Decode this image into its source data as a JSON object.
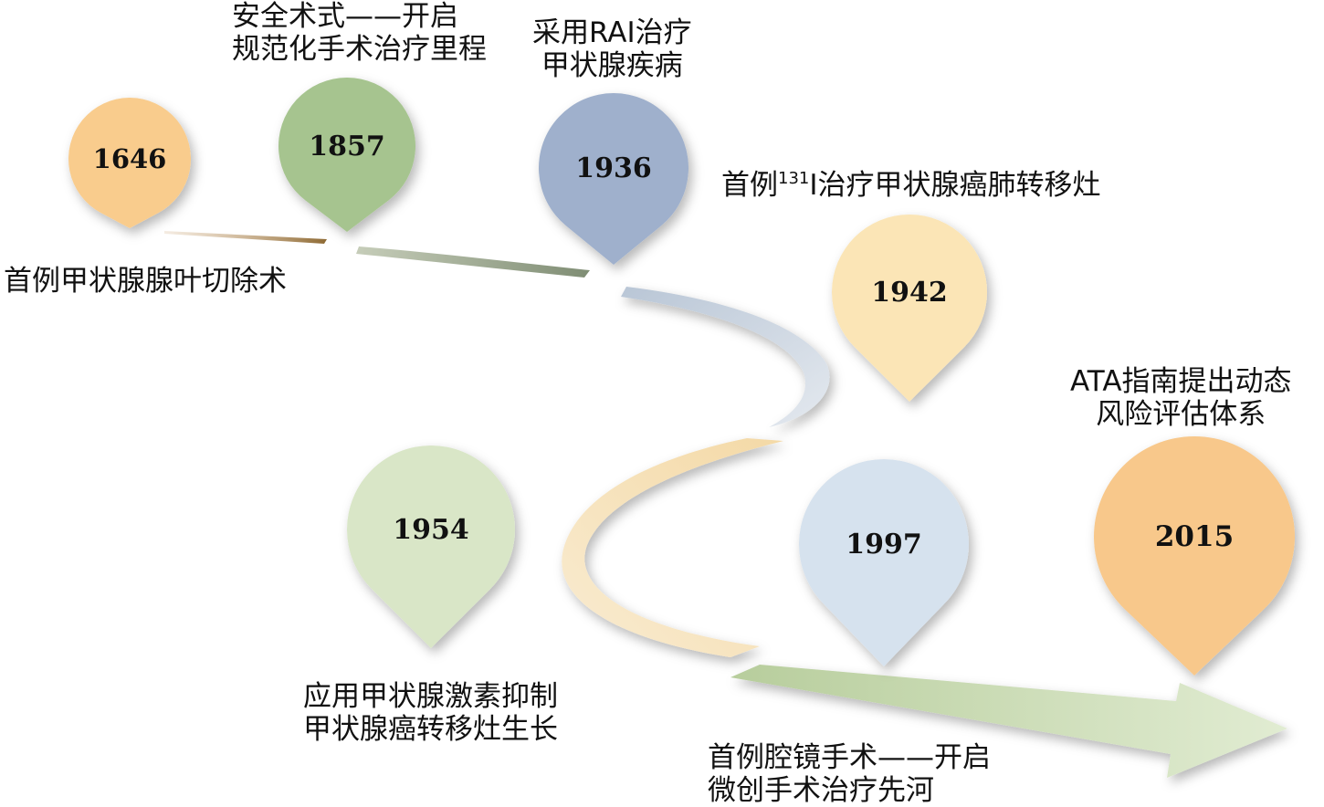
{
  "milestones": [
    {
      "year": "1646",
      "caption": [
        "首例甲状腺腺叶切除术"
      ],
      "color": "#f9cc8d"
    },
    {
      "year": "1857",
      "caption": [
        "安全术式——开启",
        "规范化手术治疗里程"
      ],
      "color": "#a6c48f"
    },
    {
      "year": "1936",
      "caption": [
        "采用RAI治疗",
        "甲状腺疾病"
      ],
      "color": "#9fb0cc"
    },
    {
      "year": "1942",
      "caption_prefix": "首例",
      "caption_sup": "131",
      "caption_suffix": "I治疗甲状腺癌肺转移灶",
      "color": "#fbe5b6"
    },
    {
      "year": "1954",
      "caption": [
        "应用甲状腺激素抑制",
        "甲状腺癌转移灶生长"
      ],
      "color": "#d9e6c7"
    },
    {
      "year": "1997",
      "caption": [
        "首例腔镜手术——开启",
        "微创手术治疗先河"
      ],
      "color": "#d6e2ee"
    },
    {
      "year": "2015",
      "caption": [
        "ATA指南提出动态",
        "风险评估体系"
      ],
      "color": "#f8c88b"
    }
  ]
}
